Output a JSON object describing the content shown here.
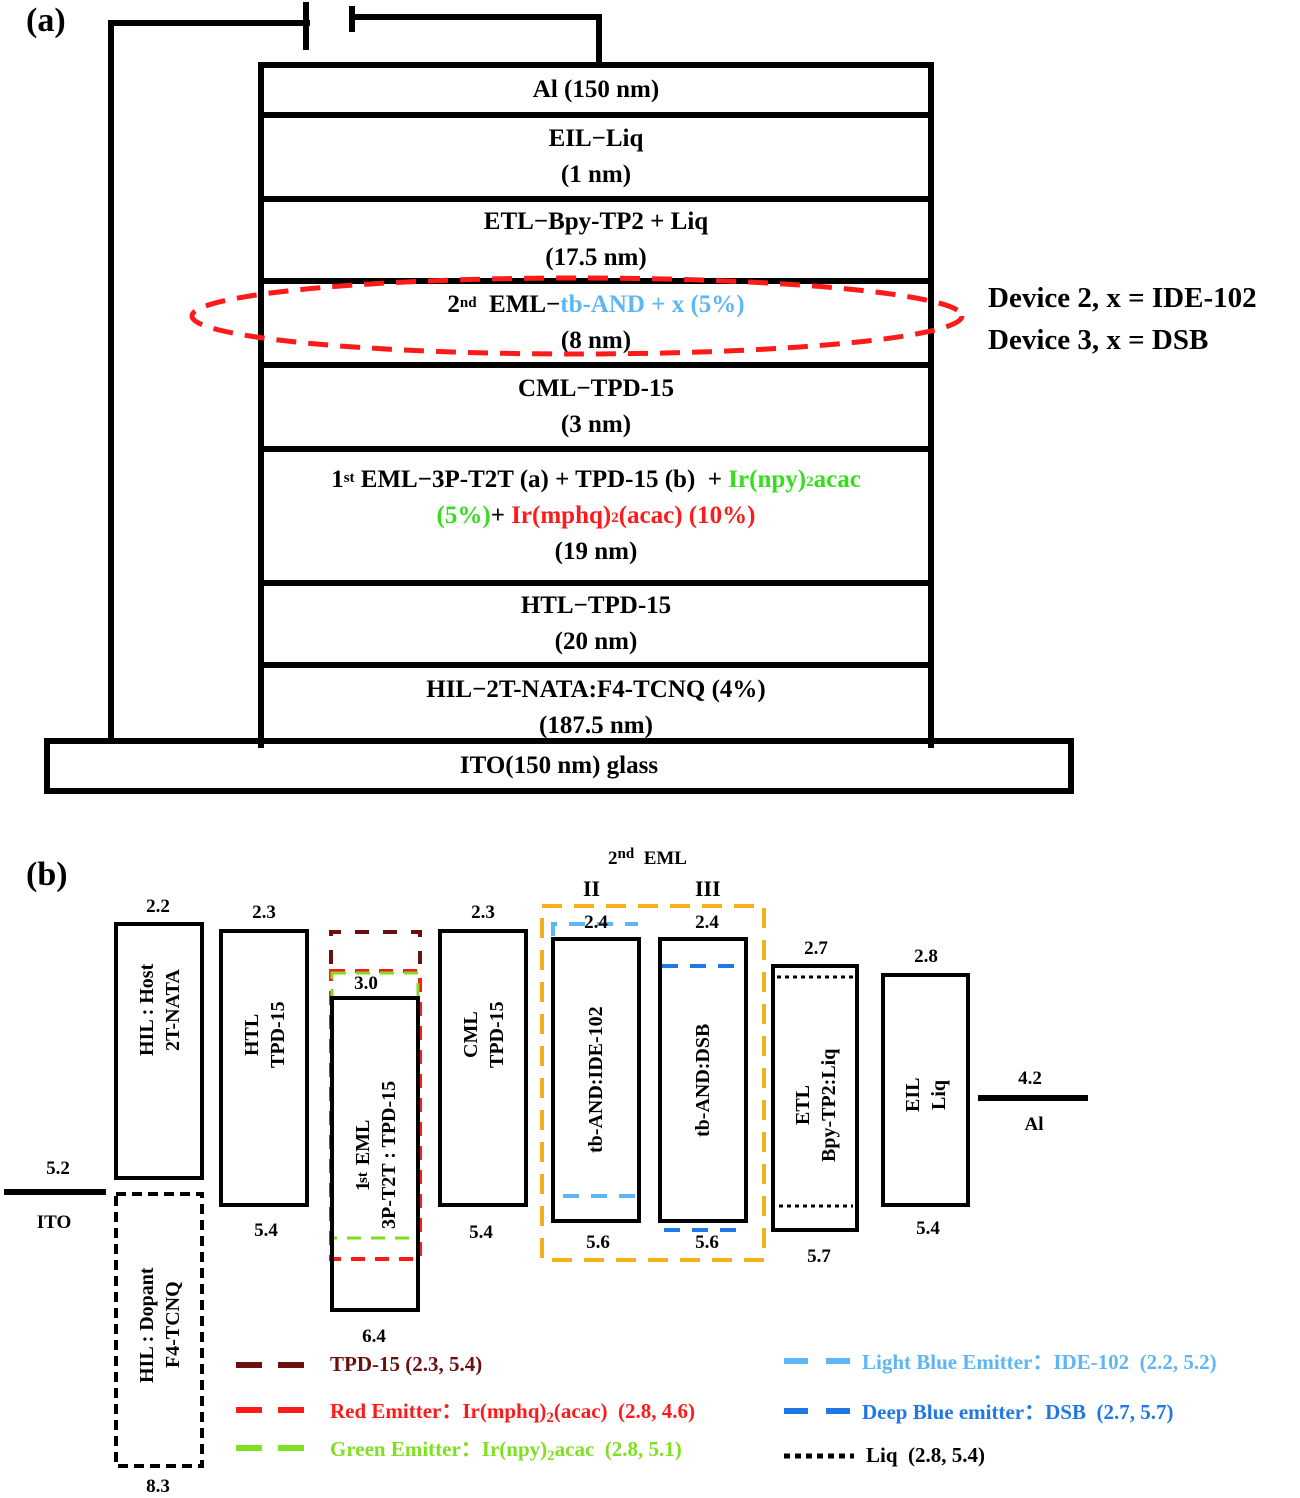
{
  "panel_a": {
    "label": "(a)",
    "layers": [
      {
        "name": "Al",
        "lines": [
          "Al (150 nm)"
        ]
      },
      {
        "name": "EIL",
        "lines": [
          "EIL−Liq",
          "(1 nm)"
        ]
      },
      {
        "name": "ETL",
        "lines": [
          "ETL−Bpy-TP2 + Liq",
          "(17.5 nm)"
        ]
      },
      {
        "name": "2nd EML",
        "prefix": "2",
        "prefix_sup": "nd",
        "mid": "  EML−",
        "colored": "tb-AND + x (5%)",
        "thickness": "(8 nm)"
      },
      {
        "name": "CML",
        "lines": [
          "CML−TPD-15",
          "(3 nm)"
        ]
      },
      {
        "name": "1st EML",
        "l1_prefix": "1",
        "l1_sup": "st",
        "l1_text": " EML−3P-T2T (a) + TPD-15 (b)  + ",
        "green_a": "Ir(npy)",
        "green_sub": "2",
        "green_b": "acac",
        "green_pct": "(5%)",
        "plus": "+ ",
        "red_a": "Ir(mphq)",
        "red_sub": "2",
        "red_b": "(acac) (10%)",
        "thickness": "(19 nm)"
      },
      {
        "name": "HTL",
        "lines": [
          "HTL−TPD-15",
          "(20 nm)"
        ]
      },
      {
        "name": "HIL",
        "lines": [
          "HIL−2T-NATA:F4-TCNQ (4%)",
          "(187.5 nm)"
        ]
      }
    ],
    "substrate": "ITO(150 nm) glass",
    "device_notes": [
      "Device 2, x = IDE-102",
      "Device 3, x = DSB"
    ]
  },
  "panel_b": {
    "label": "(b)",
    "eml2_title_num": "2",
    "eml2_title_sup": "nd",
    "eml2_title": "  EML",
    "group_labels": [
      "II",
      "III"
    ],
    "ito": {
      "label": "ITO",
      "value": "5.2"
    },
    "al": {
      "label": "Al",
      "value": "4.2"
    },
    "blocks": [
      {
        "id": "hil-host",
        "lines": [
          "HIL : Host",
          "2T-NATA"
        ],
        "lumo": "2.2"
      },
      {
        "id": "hil-dopant",
        "lines": [
          "HIL : Dopant",
          "F4-TCNQ"
        ],
        "homo": "8.3"
      },
      {
        "id": "htl",
        "lines": [
          "HTL",
          "TPD-15"
        ],
        "lumo": "2.3",
        "homo": "5.4"
      },
      {
        "id": "eml1",
        "lines_sup_num": "1",
        "lines_sup": "st",
        "lines": [
          " EML",
          "3P-T2T : TPD-15"
        ],
        "lumo": "3.0",
        "homo": "6.4"
      },
      {
        "id": "cml",
        "lines": [
          "CML",
          "TPD-15"
        ],
        "lumo": "2.3",
        "homo": "5.4"
      },
      {
        "id": "eml2-ii",
        "lines": [
          "tb-AND:IDE-102"
        ],
        "lumo": "2.4",
        "homo": "5.6"
      },
      {
        "id": "eml2-iii",
        "lines": [
          "tb-AND:DSB"
        ],
        "lumo": "2.4",
        "homo": "5.6"
      },
      {
        "id": "etl",
        "lines": [
          "ETL",
          "Bpy-TP2:Liq"
        ],
        "lumo": "2.7",
        "homo": "5.7"
      },
      {
        "id": "eil",
        "lines": [
          "EIL",
          "Liq"
        ],
        "lumo": "2.8",
        "homo": "5.4"
      }
    ],
    "legend": [
      {
        "name": "tpd-15",
        "style": "dashed",
        "color": "#6b0f0f",
        "text": "TPD-15  (2.3, 5.4)"
      },
      {
        "name": "red-emitter",
        "style": "dashed",
        "color": "#ff1a1a",
        "text_a": "Red Emitter：Ir(mphq)",
        "sub": "2",
        "text_b": "(acac)  (2.8, 4.6)"
      },
      {
        "name": "green-emitter",
        "style": "dashed",
        "color": "#7ee021",
        "text_a": "Green Emitter：Ir(npy)",
        "sub": "2",
        "text_b": "acac  (2.8, 5.1)"
      },
      {
        "name": "light-blue-emitter",
        "style": "dashed",
        "color": "#5db6f5",
        "text": "Light Blue Emitter：IDE-102  (2.2, 5.2)"
      },
      {
        "name": "deep-blue-emitter",
        "style": "dashed",
        "color": "#1f78e6",
        "text": "Deep Blue emitter：DSB  (2.7, 5.7)"
      },
      {
        "name": "liq",
        "style": "dotted",
        "color": "#000000",
        "text": "Liq  (2.8, 5.4)"
      }
    ]
  },
  "colors": {
    "light_blue": "#5db6f5",
    "deep_blue": "#1f78e6",
    "green": "#33e01a",
    "green_legend": "#7ee021",
    "red": "#ff1a1a",
    "maroon": "#6b0f0f",
    "orange": "#f5b11a"
  }
}
